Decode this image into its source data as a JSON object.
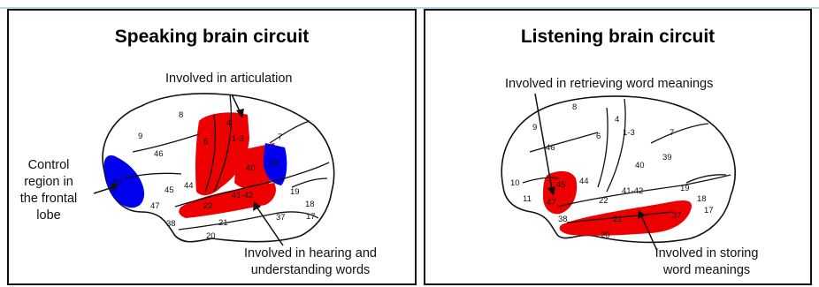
{
  "left_panel": {
    "title": "Speaking brain circuit",
    "labels": {
      "articulation": "Involved in articulation",
      "control_line1": "Control",
      "control_line2": "region in",
      "control_line3": "the frontal",
      "control_line4": "lobe",
      "hearing_line1": "Involved in hearing and",
      "hearing_line2": "understanding words"
    },
    "area_numbers": {
      "a8": "8",
      "a9": "9",
      "a46": "46",
      "a4": "4",
      "a6": "6",
      "a13": "1-3",
      "a7": "7",
      "a40": "40",
      "a39": "39",
      "a44": "44",
      "a45": "45",
      "a47": "47",
      "a10": "10",
      "a22": "22",
      "a4142": "41-42",
      "a21": "21",
      "a38": "38",
      "a20": "20",
      "a37": "37",
      "a19": "19",
      "a18": "18",
      "a17": "17"
    },
    "colors": {
      "active": "#ee0000",
      "control": "#0000ee"
    }
  },
  "right_panel": {
    "title": "Listening brain circuit",
    "labels": {
      "retrieving": "Involved in retrieving word meanings",
      "storing_line1": "Involved in storing",
      "storing_line2": "word meanings"
    },
    "area_numbers": {
      "a8": "8",
      "a9": "9",
      "a46": "46",
      "a6": "6",
      "a4": "4",
      "a13": "1-3",
      "a7": "7",
      "a39": "39",
      "a40": "40",
      "a10": "10",
      "a11": "11",
      "a45": "45",
      "a44": "44",
      "a47": "47",
      "a22": "22",
      "a4142": "41-42",
      "a19": "19",
      "a18": "18",
      "a17": "17",
      "a38": "38",
      "a21": "21",
      "a20": "20",
      "a37": "37"
    },
    "colors": {
      "active": "#ee0000"
    }
  }
}
